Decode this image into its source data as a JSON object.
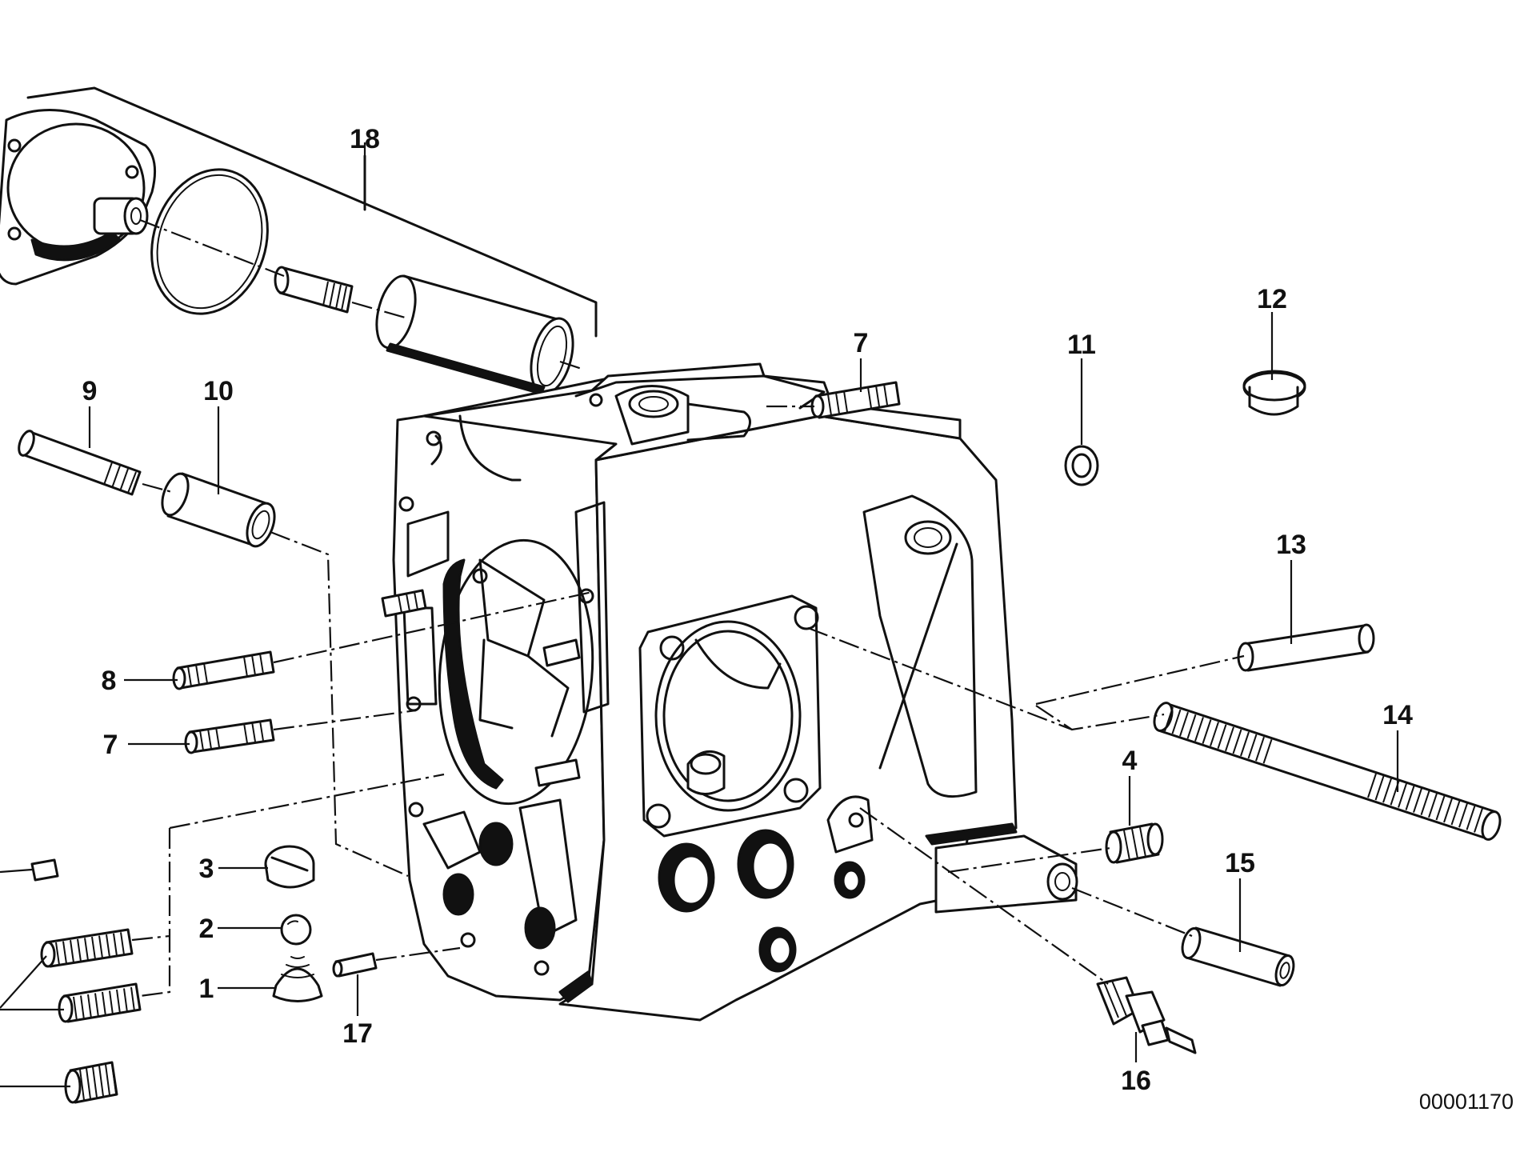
{
  "diagram": {
    "catalog_number": "00001170",
    "callouts": [
      {
        "id": "c18",
        "label": "18"
      },
      {
        "id": "c7a",
        "label": "7"
      },
      {
        "id": "c11",
        "label": "11"
      },
      {
        "id": "c12",
        "label": "12"
      },
      {
        "id": "c9",
        "label": "9"
      },
      {
        "id": "c10",
        "label": "10"
      },
      {
        "id": "c13",
        "label": "13"
      },
      {
        "id": "c8",
        "label": "8"
      },
      {
        "id": "c7b",
        "label": "7"
      },
      {
        "id": "c14",
        "label": "14"
      },
      {
        "id": "c4",
        "label": "4"
      },
      {
        "id": "c3",
        "label": "3"
      },
      {
        "id": "c15",
        "label": "15"
      },
      {
        "id": "c2",
        "label": "2"
      },
      {
        "id": "c1",
        "label": "1"
      },
      {
        "id": "c17",
        "label": "17"
      },
      {
        "id": "c16",
        "label": "16"
      }
    ]
  }
}
